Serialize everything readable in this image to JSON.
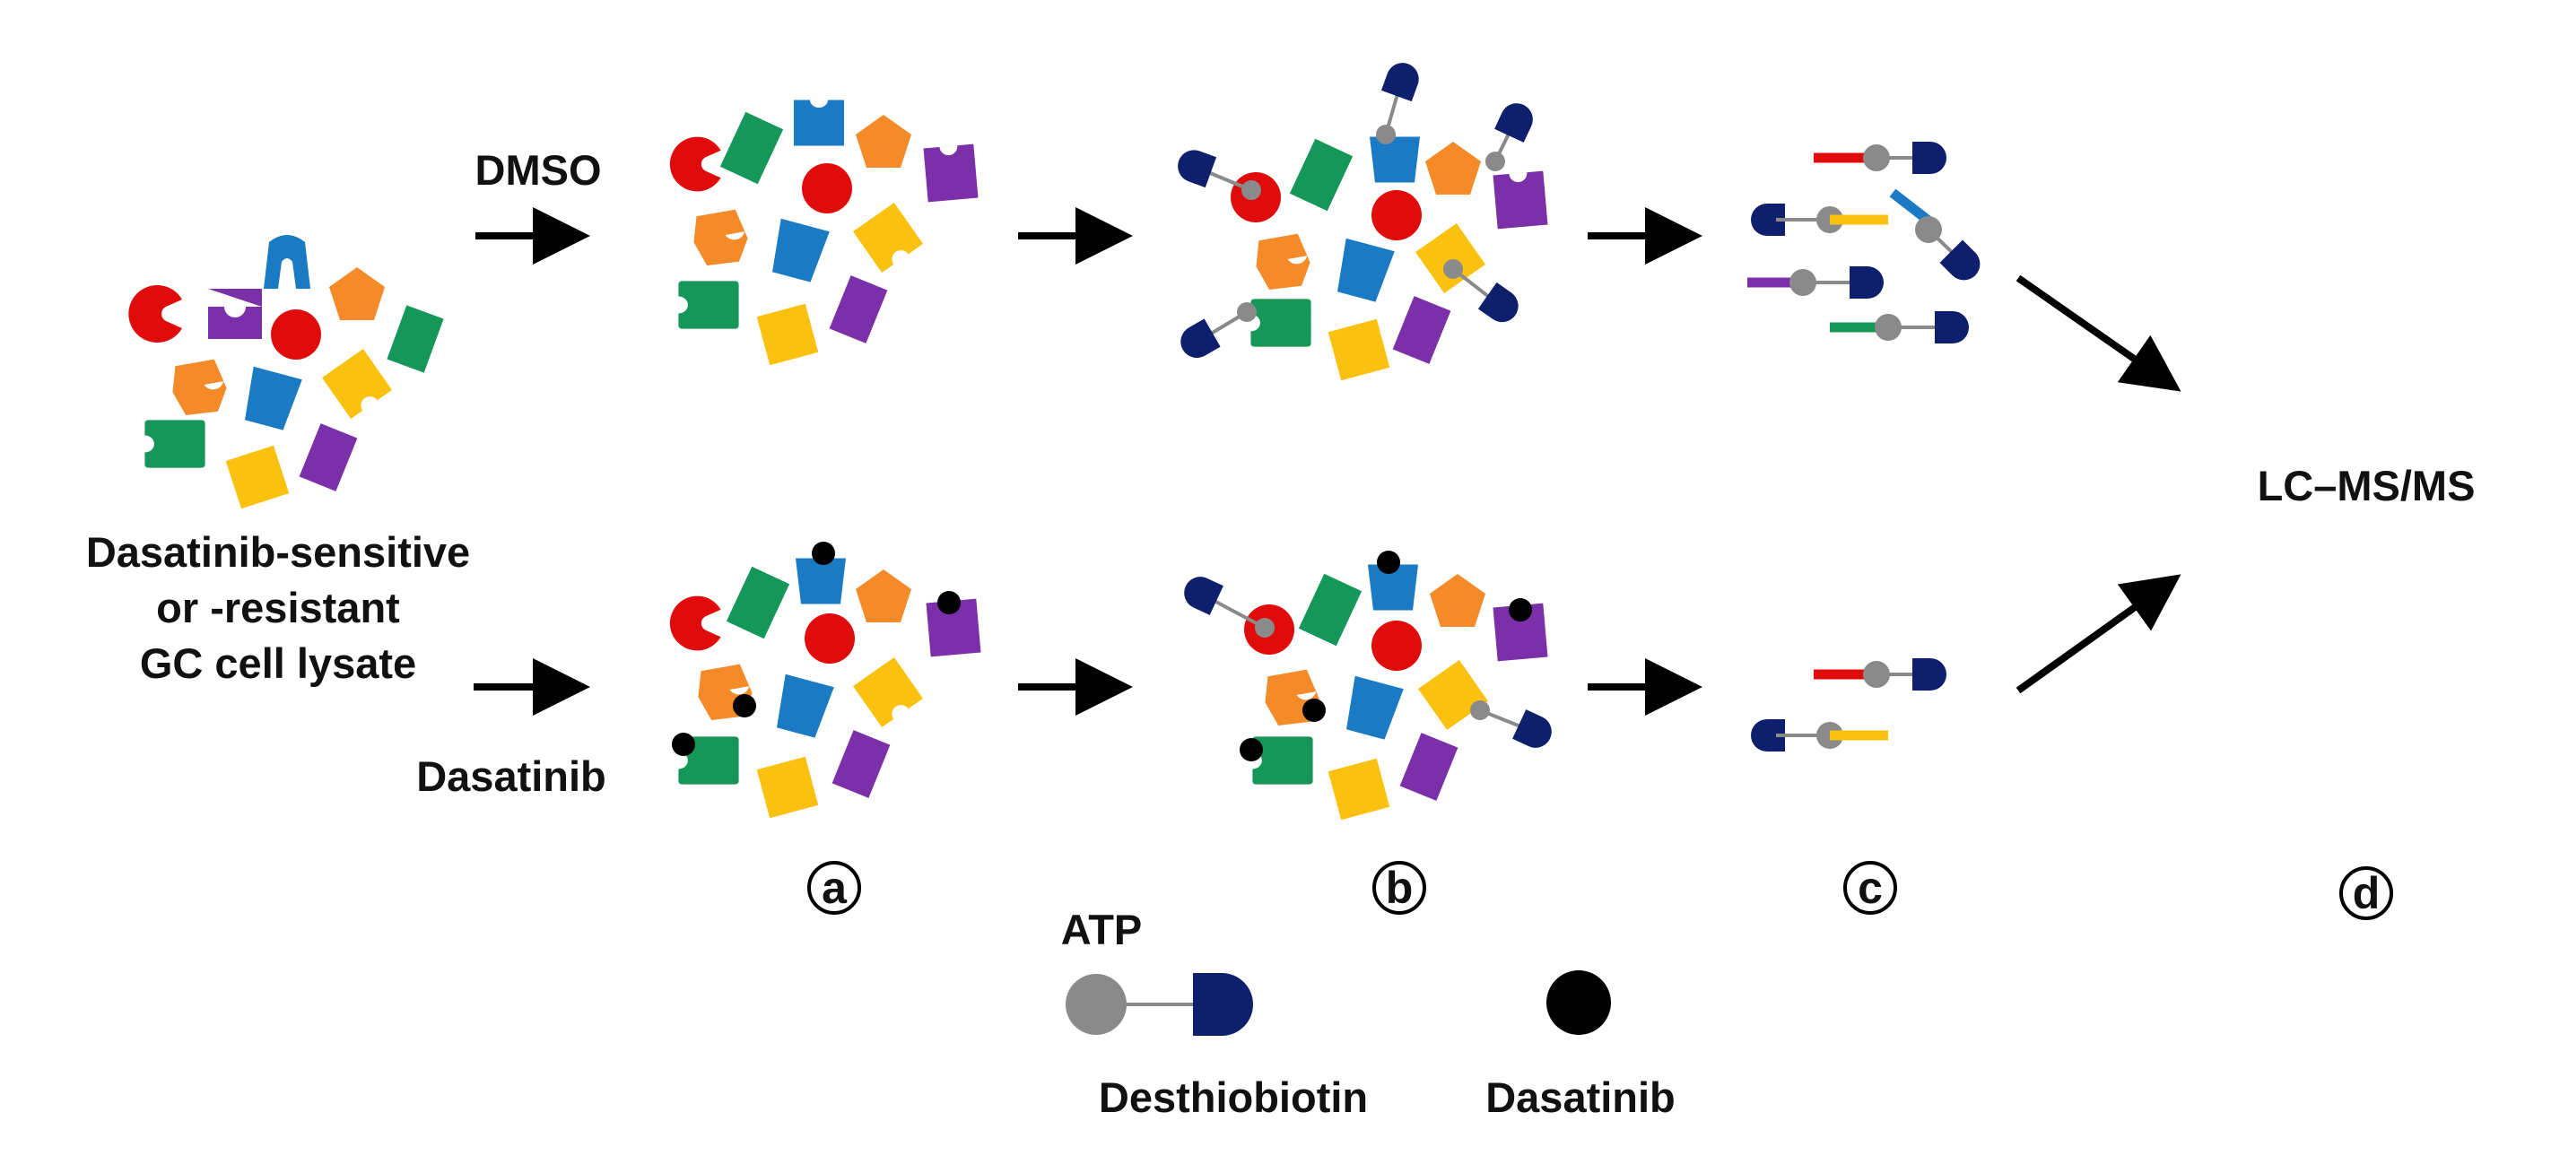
{
  "labels": {
    "source_line1": "Dasatinib-sensitive",
    "source_line2": "or -resistant",
    "source_line3": "GC cell lysate",
    "dmso": "DMSO",
    "dasatinib_treatment": "Dasatinib",
    "lcms": "LC–MS/MS"
  },
  "steps": [
    "a",
    "b",
    "c",
    "d"
  ],
  "legend": {
    "atp": "ATP",
    "desthiobiotin": "Desthiobiotin",
    "dasatinib": "Dasatinib"
  },
  "colors": {
    "red": "#e00b0b",
    "orange": "#f48a28",
    "green": "#16975a",
    "blue": "#1b7ac4",
    "yellow": "#fcc10f",
    "purple": "#7b2fa8",
    "navy": "#0e1f6e",
    "gray": "#8a8a8a",
    "black": "#000000"
  }
}
